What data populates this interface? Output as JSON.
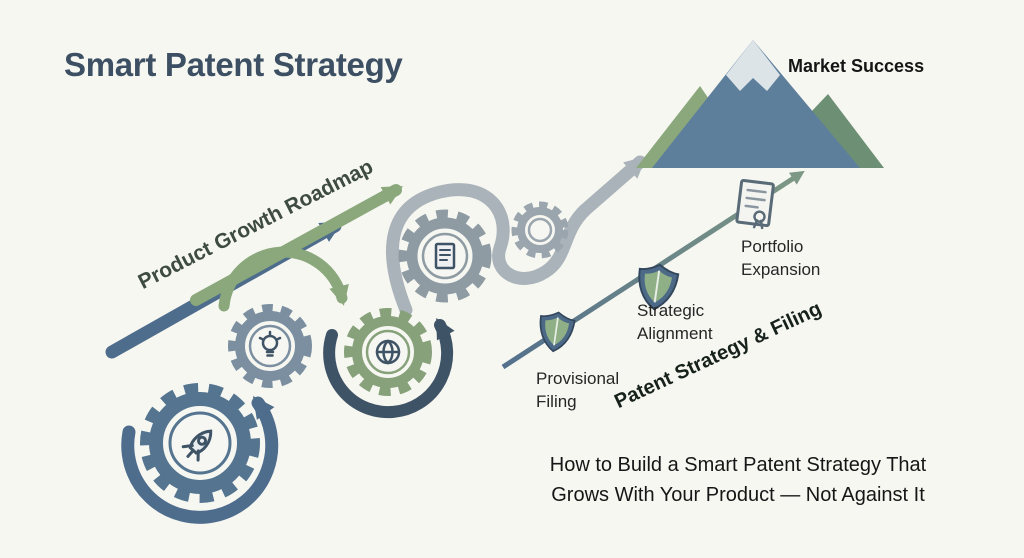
{
  "title": "Smart Patent Strategy",
  "summit": {
    "label": "Market Success",
    "icon": "mountain-icon"
  },
  "growth_path": {
    "label": "Product Growth Roadmap",
    "stages": [
      {
        "icon": "rocket-icon"
      },
      {
        "icon": "lightbulb-icon"
      },
      {
        "icon": "globe-icon"
      },
      {
        "icon": "document-icon"
      },
      {
        "icon": "gear-icon"
      }
    ]
  },
  "patent_path": {
    "label": "Patent Strategy & Filing",
    "milestones": [
      {
        "label": "Provisional\nFiling",
        "icon": "shield-icon"
      },
      {
        "label": "Strategic\nAlignment",
        "icon": "shield-icon"
      },
      {
        "label": "Portfolio\nExpansion",
        "icon": "certificate-icon"
      }
    ]
  },
  "subtitle": "How to Build a Smart Patent Strategy That\nGrows With Your Product — Not Against It",
  "colors": {
    "background": "#f7f7f2",
    "title_text": "#3c4f63",
    "steel_blue": "#4e6d8c",
    "sage_green": "#8aa87c",
    "dark_slate": "#3f5366",
    "gray": "#aab3b9"
  }
}
